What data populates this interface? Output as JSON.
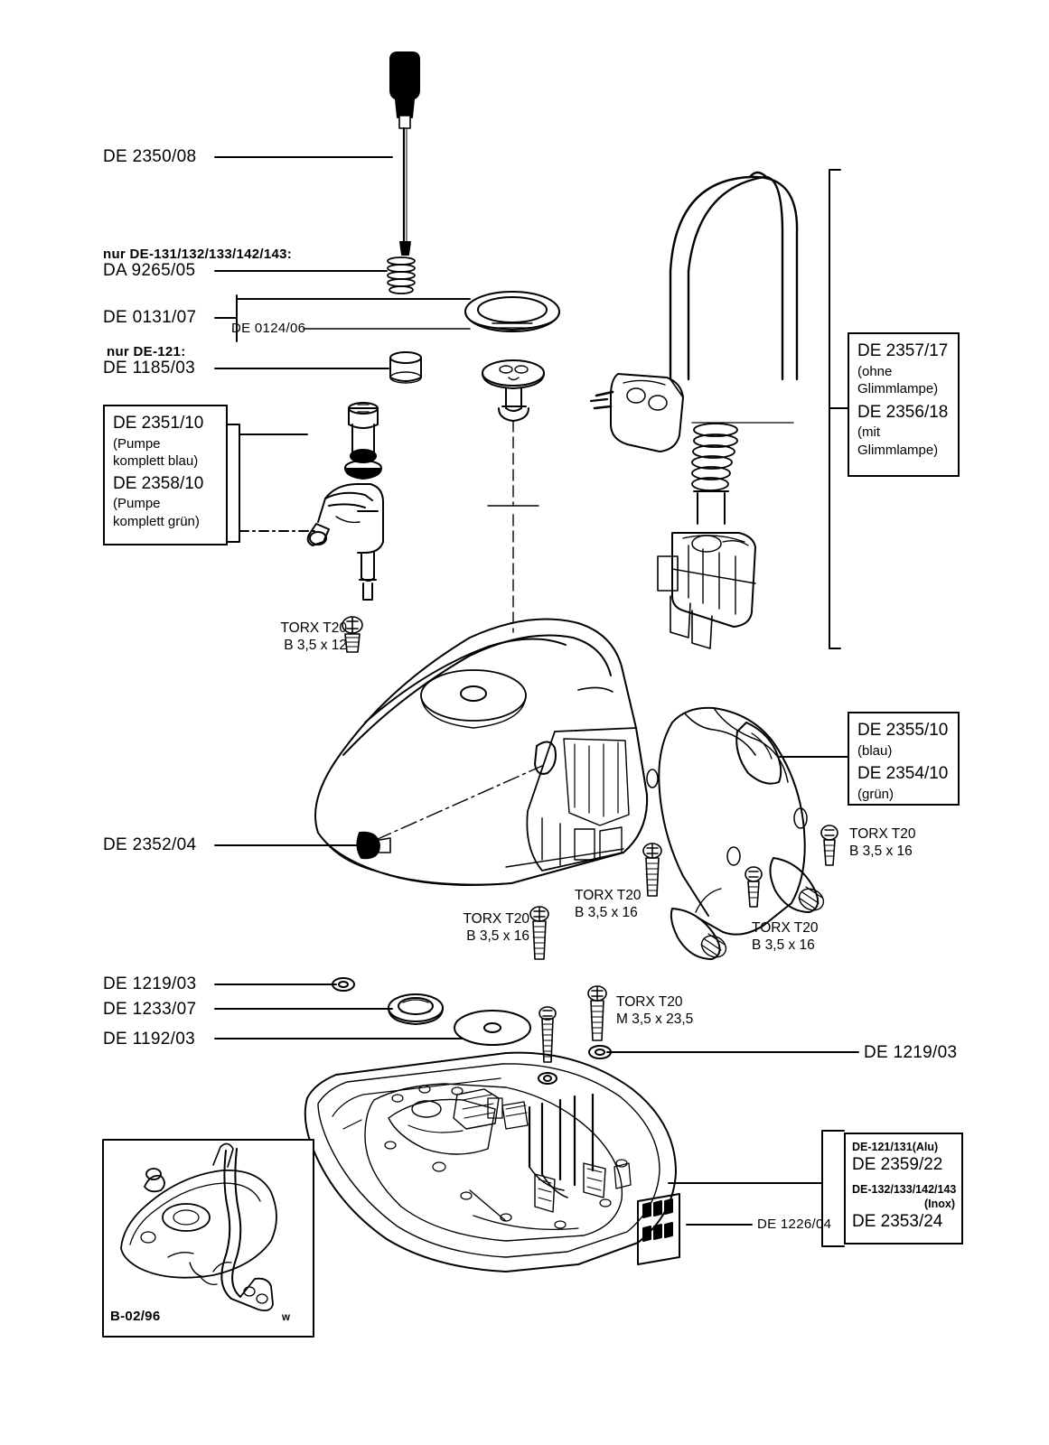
{
  "document": {
    "type": "exploded-parts-diagram",
    "subject": "steam iron assembly",
    "revision": "B-02/96",
    "corner_mark": "w"
  },
  "callouts": {
    "screwdriver": "DE 2350/08",
    "spring_note": "nur DE-131/132/133/142/143:",
    "spring": "DA 9265/05",
    "ring": "DE 0131/07",
    "ring_inner": "DE 0124/06",
    "sleeve_note": "nur DE-121:",
    "sleeve": "DE 1185/03",
    "side_plug": "DE 2352/04",
    "washer_top": "DE 1219/03",
    "grommet": "DE 1233/07",
    "disc": "DE 1192/03",
    "washer_right": "DE 1219/03",
    "comb": "DE 1226/04"
  },
  "pump_box": {
    "lines": [
      {
        "text": "DE 2351/10",
        "size": "lg"
      },
      {
        "text": "(Pumpe",
        "size": "md"
      },
      {
        "text": "komplett blau)",
        "size": "md"
      },
      {
        "text": "DE 2358/10",
        "size": "lg"
      },
      {
        "text": "(Pumpe",
        "size": "md"
      },
      {
        "text": "komplett grün)",
        "size": "md"
      }
    ]
  },
  "cable_box": {
    "lines": [
      {
        "text": "DE 2357/17",
        "size": "lg"
      },
      {
        "text": "(ohne",
        "size": "md"
      },
      {
        "text": "Glimmlampe)",
        "size": "md"
      },
      {
        "text": "DE 2356/18",
        "size": "lg"
      },
      {
        "text": "(mit",
        "size": "md"
      },
      {
        "text": "Glimmlampe)",
        "size": "md"
      }
    ]
  },
  "handle_box": {
    "lines": [
      {
        "text": "DE 2355/10",
        "size": "lg"
      },
      {
        "text": "(blau)",
        "size": "md"
      },
      {
        "text": "DE 2354/10",
        "size": "lg"
      },
      {
        "text": "(grün)",
        "size": "md"
      }
    ]
  },
  "soleplate_box": {
    "lines": [
      {
        "text": "DE-121/131(Alu)",
        "size": "xs"
      },
      {
        "text": "DE 2359/22",
        "size": "lg"
      },
      {
        "text": "DE-132/133/142/143",
        "size": "xs"
      },
      {
        "text": "(Inox)",
        "size": "xs"
      },
      {
        "text": "DE 2353/24",
        "size": "lg"
      }
    ]
  },
  "torx_labels": [
    {
      "id": "torx-top",
      "line1": "TORX T20",
      "line2": "B 3,5 x 12"
    },
    {
      "id": "torx-mid-left",
      "line1": "TORX T20",
      "line2": "B 3,5 x 16"
    },
    {
      "id": "torx-mid-center",
      "line1": "TORX T20",
      "line2": "B 3,5 x 16"
    },
    {
      "id": "torx-mid-right",
      "line1": "TORX T20",
      "line2": "B 3,5 x 16"
    },
    {
      "id": "torx-right",
      "line1": "TORX T20",
      "line2": "B 3,5 x 16"
    },
    {
      "id": "torx-long",
      "line1": "TORX T20",
      "line2": "M 3,5 x 23,5"
    }
  ],
  "inset": {
    "code": "B-02/96",
    "mark": "w"
  },
  "colors": {
    "ink": "#000000",
    "paper": "#ffffff"
  }
}
